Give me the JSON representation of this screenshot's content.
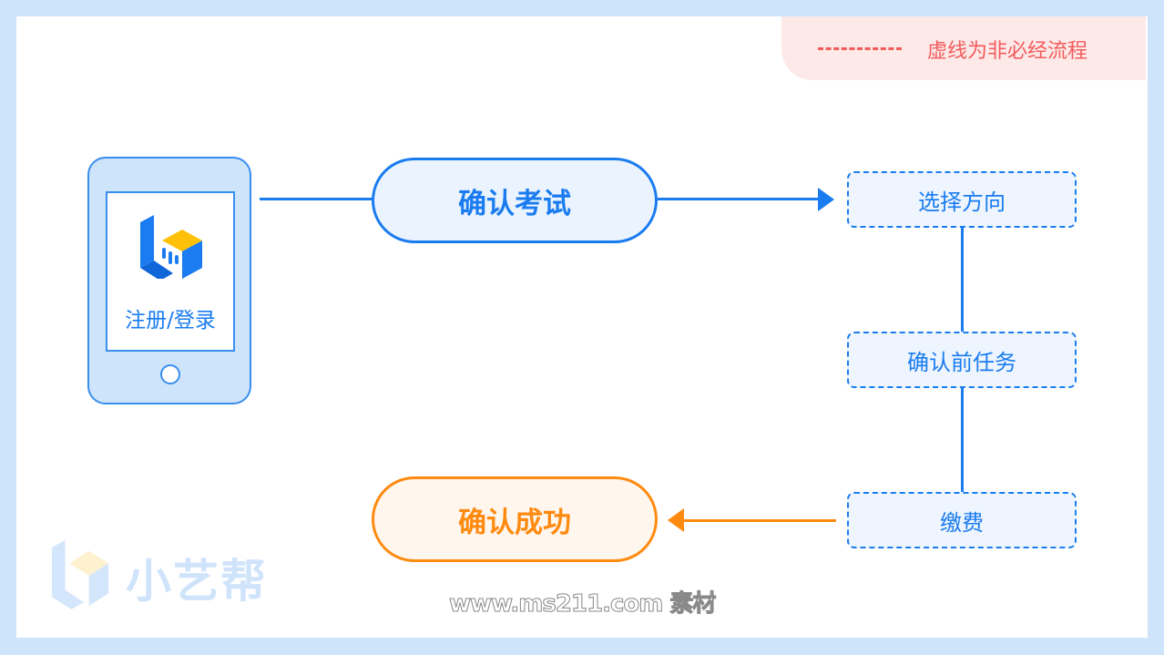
{
  "legend": {
    "text": "虚线为非必经流程",
    "dash_color": "#f25c5c"
  },
  "phone": {
    "label": "注册/登录"
  },
  "steps": {
    "confirm_exam": "确认考试",
    "choose_direction": "选择方向",
    "pre_tasks": "确认前任务",
    "payment": "缴费",
    "success": "确认成功"
  },
  "watermark": {
    "brand": "小艺帮",
    "site": "www.ms211.com 素材"
  },
  "colors": {
    "blue": "#1a7cf0",
    "orange": "#ff8a10",
    "light_blue": "#cde4fb"
  }
}
